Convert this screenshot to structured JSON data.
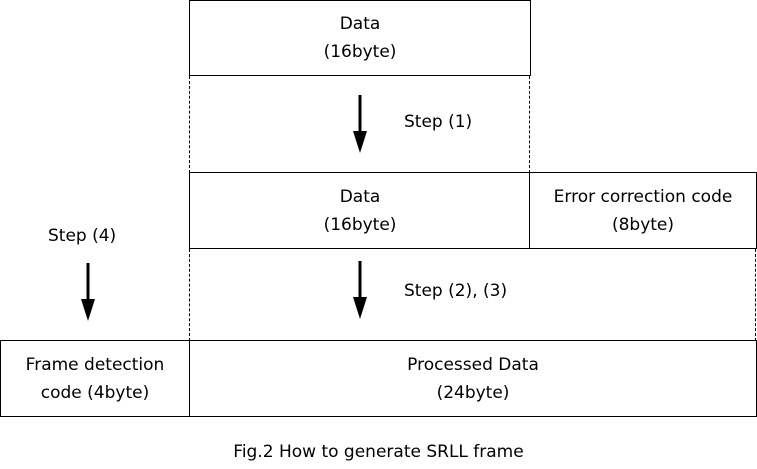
{
  "boxes": {
    "data_top": {
      "line1": "Data",
      "line2": "(16byte)"
    },
    "data_mid": {
      "line1": "Data",
      "line2": "(16byte)"
    },
    "ecc": {
      "line1": "Error correction code",
      "line2": "(8byte)"
    },
    "frame_detection": {
      "line1": "Frame detection",
      "line2": "code (4byte)"
    },
    "processed": {
      "line1": "Processed Data",
      "line2": "(24byte)"
    }
  },
  "steps": {
    "step1": "Step (1)",
    "step23": "Step (2), (3)",
    "step4": "Step (4)"
  },
  "caption": "Fig.2 How to generate SRLL frame"
}
